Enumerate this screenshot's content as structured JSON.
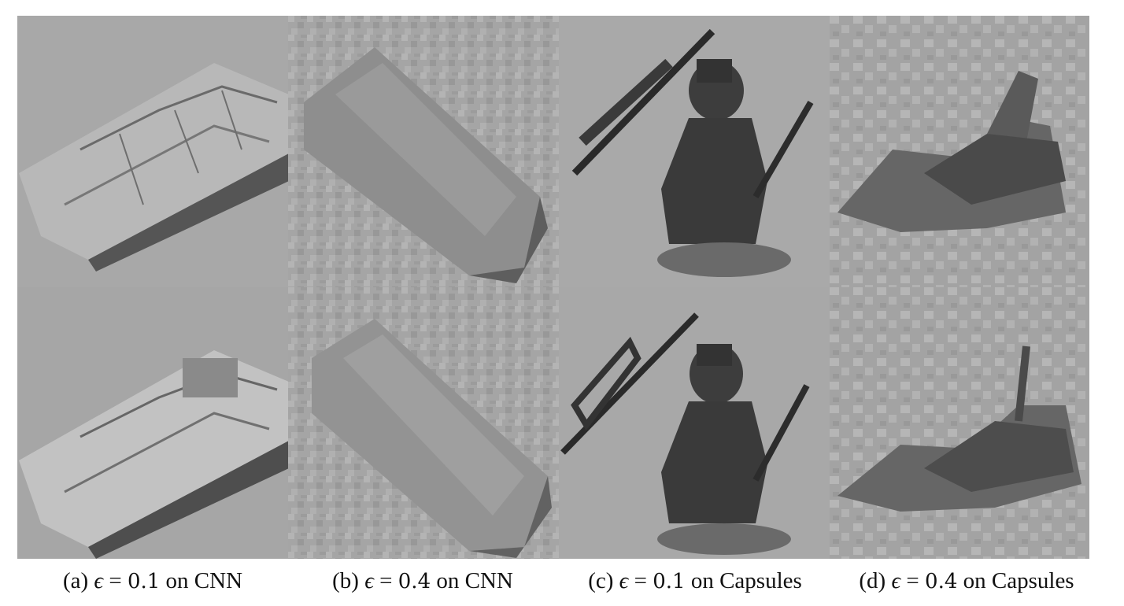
{
  "figure": {
    "panels": [
      {
        "id": "a",
        "label": "(a)",
        "epsilon_symbol": "ϵ",
        "equals": "=",
        "epsilon_value": "0.1",
        "suffix": "on CNN",
        "subject": "car",
        "noise": "low",
        "bg": "#a9a9a9"
      },
      {
        "id": "b",
        "label": "(b)",
        "epsilon_symbol": "ϵ",
        "equals": "=",
        "epsilon_value": "0.4",
        "suffix": "on CNN",
        "subject": "car",
        "noise": "high",
        "bg": "#a3a3a3"
      },
      {
        "id": "c",
        "label": "(c)",
        "epsilon_symbol": "ϵ",
        "equals": "=",
        "epsilon_value": "0.1",
        "suffix": "on Capsules",
        "subject": "figurine",
        "noise": "low",
        "bg": "#a7a7a7"
      },
      {
        "id": "d",
        "label": "(d)",
        "epsilon_symbol": "ϵ",
        "equals": "=",
        "epsilon_value": "0.4",
        "suffix": "on Capsules",
        "subject": "vehicle",
        "noise": "high",
        "bg": "#a1a1a1"
      }
    ]
  }
}
